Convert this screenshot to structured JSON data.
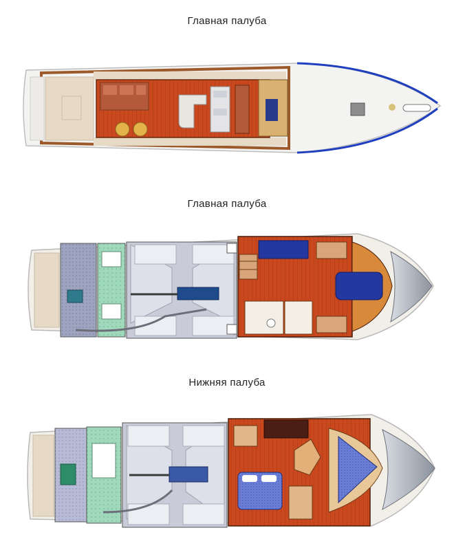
{
  "diagrams": [
    {
      "caption": "Главная палуба"
    },
    {
      "caption": "Главная палуба"
    },
    {
      "caption": "Нижняя палуба"
    }
  ],
  "colors": {
    "hull": "#f4f4f2",
    "deck_beige": "#e6dac6",
    "teak": "#c9481e",
    "rail_brown": "#9c5a2a",
    "engine_room": "#c9ccd8",
    "lazarette": "#9ea3bf",
    "mint": "#9fd8bb",
    "berth_blue": "#2338a0",
    "bow_steel": "#b8bdc6",
    "accent_blue": "#1f3fbf"
  }
}
